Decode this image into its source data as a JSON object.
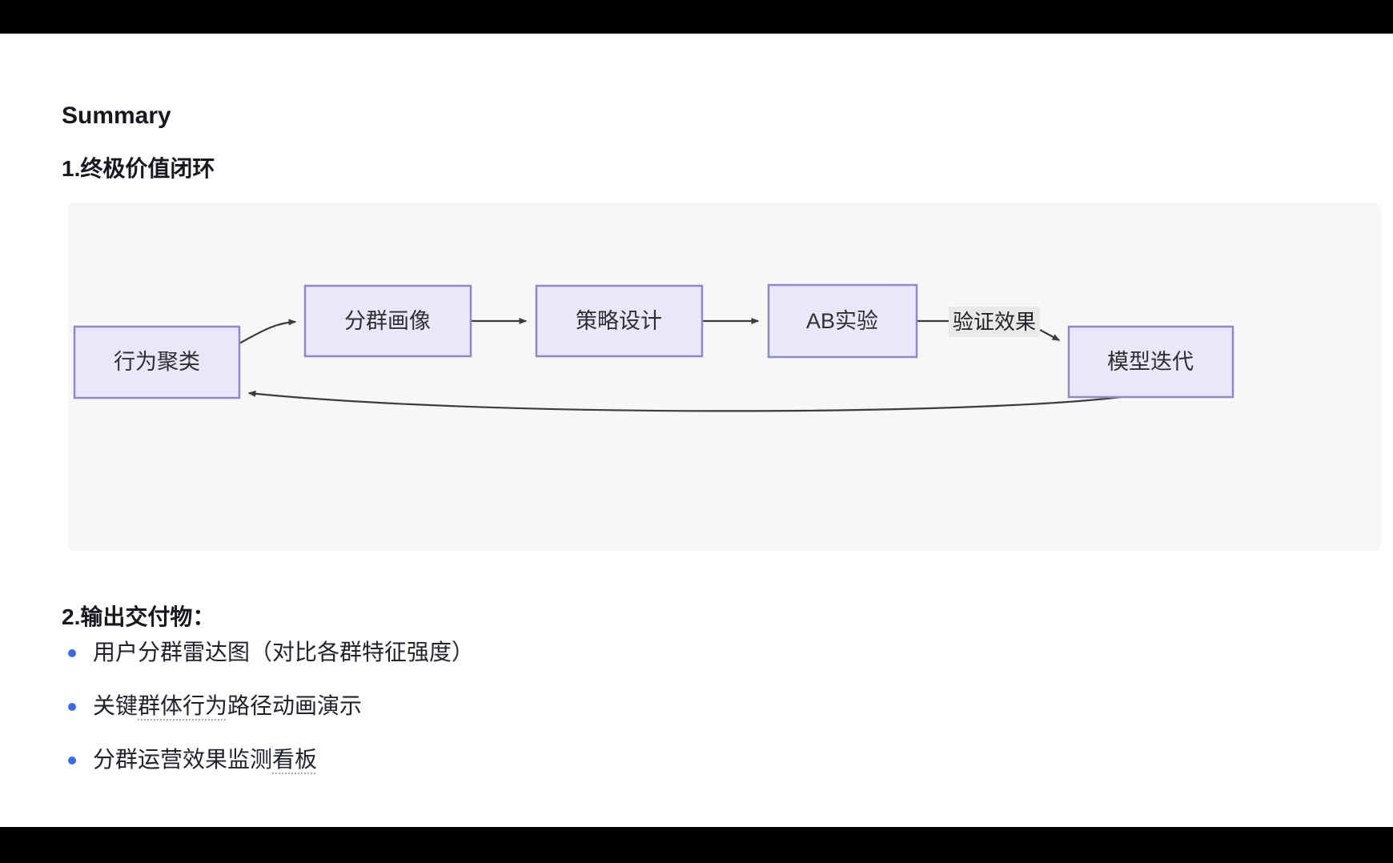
{
  "page": {
    "summary_title": "Summary",
    "section1_title": "1.终极价值闭环",
    "section2_title": "2.输出交付物："
  },
  "diagram": {
    "nodes": [
      {
        "id": "behavior-clustering",
        "label": "行为聚类"
      },
      {
        "id": "segment-profile",
        "label": "分群画像"
      },
      {
        "id": "strategy-design",
        "label": "策略设计"
      },
      {
        "id": "ab-test",
        "label": "AB实验"
      },
      {
        "id": "model-iteration",
        "label": "模型迭代"
      }
    ],
    "edge_label": "验证效果",
    "colors": {
      "node_fill": "#e9e8fb",
      "node_border": "#8f89c4",
      "arrow": "#3c3c3c",
      "panel_bg": "#f7f7f8",
      "edge_label_bg": "#e9e9ea"
    }
  },
  "deliverables": {
    "items": [
      {
        "pre": "用户分群雷达图（对比各群特征强度）",
        "underlined": "",
        "post": ""
      },
      {
        "pre": "关键",
        "underlined": "群体行为",
        "post": "路径动画演示"
      },
      {
        "pre": "分群运营效果监测",
        "underlined": "看板",
        "post": ""
      }
    ],
    "bullet_color": "#3b6be0"
  },
  "colors": {
    "text": "#1f2329",
    "background": "#ffffff",
    "letterbox": "#000000"
  }
}
